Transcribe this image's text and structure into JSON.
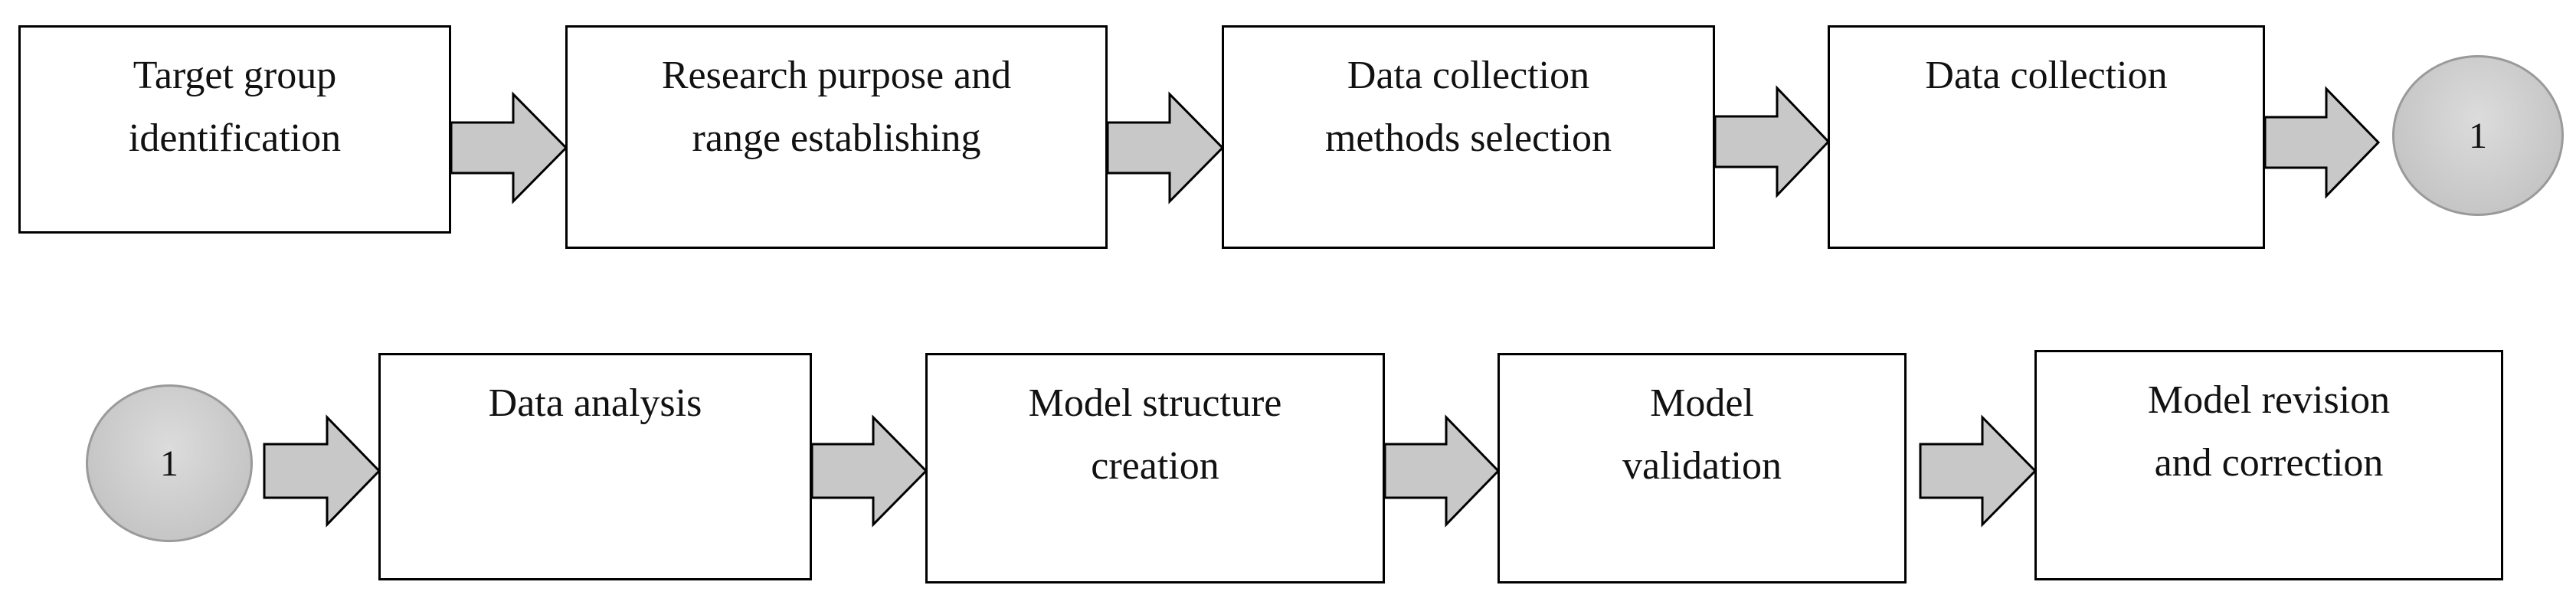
{
  "row1": [
    {
      "lines": [
        "Target group",
        "identification"
      ]
    },
    {
      "lines": [
        "Research purpose and",
        "range establishing"
      ]
    },
    {
      "lines": [
        "Data collection",
        "methods selection"
      ]
    },
    {
      "lines": [
        "Data collection"
      ]
    }
  ],
  "row2": [
    {
      "lines": [
        "Data analysis"
      ]
    },
    {
      "lines": [
        "Model structure",
        "creation"
      ]
    },
    {
      "lines": [
        "Model",
        "validation"
      ]
    },
    {
      "lines": [
        "Model revision",
        "and correction"
      ]
    }
  ],
  "connector_out": "1",
  "connector_in": "1",
  "colors": {
    "arrow_fill": "#c8c8c8",
    "circle_fill": "#c6c6c6",
    "stroke": "#000000"
  }
}
